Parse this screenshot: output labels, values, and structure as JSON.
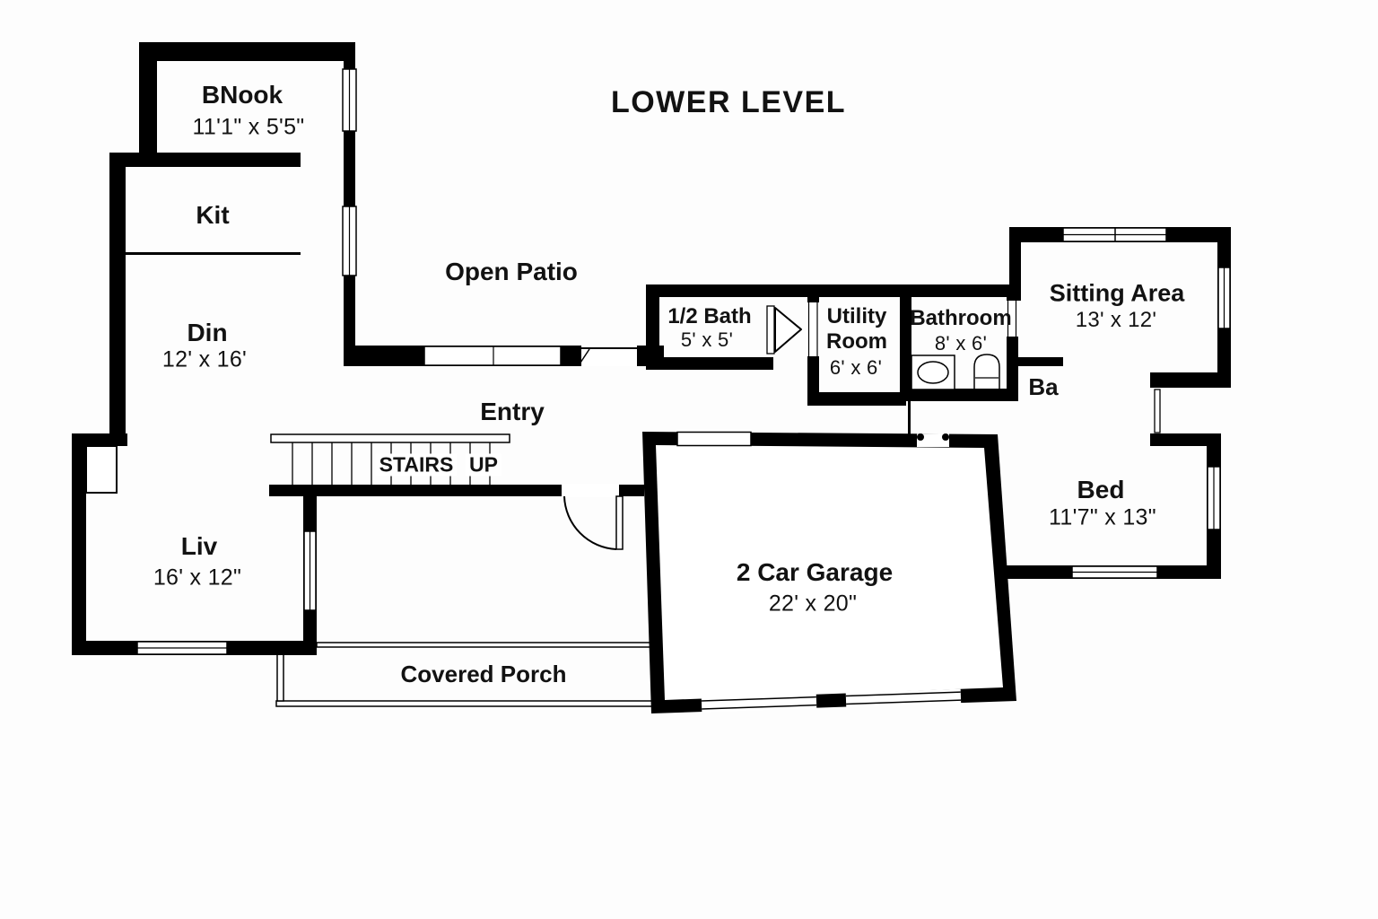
{
  "title": "LOWER LEVEL",
  "rooms": {
    "bnook": {
      "name": "BNook",
      "dims": "11'1\" x 5'5\""
    },
    "kit": {
      "name": "Kit"
    },
    "din": {
      "name": "Din",
      "dims": "12' x 16'"
    },
    "liv": {
      "name": "Liv",
      "dims": "16' x 12\""
    },
    "open_patio": {
      "name": "Open Patio"
    },
    "entry": {
      "name": "Entry"
    },
    "stairs": {
      "name": "STAIRS",
      "direction": "UP"
    },
    "half_bath": {
      "name": "1/2 Bath",
      "dims": "5' x 5'"
    },
    "utility": {
      "line1": "Utility",
      "line2": "Room",
      "dims": "6' x 6'"
    },
    "bathroom": {
      "name": "Bathroom",
      "dims": "8' x 6'"
    },
    "ba_closet": {
      "name": "Ba"
    },
    "sitting": {
      "name": "Sitting Area",
      "dims": "13' x 12'"
    },
    "bed": {
      "name": "Bed",
      "dims": "11'7\" x 13\""
    },
    "garage": {
      "name": "2 Car Garage",
      "dims": "22' x 20\""
    },
    "covered_porch": {
      "name": "Covered Porch"
    }
  },
  "colors": {
    "wall": "#000000",
    "background": "#fdfdfd",
    "text": "#121212"
  }
}
